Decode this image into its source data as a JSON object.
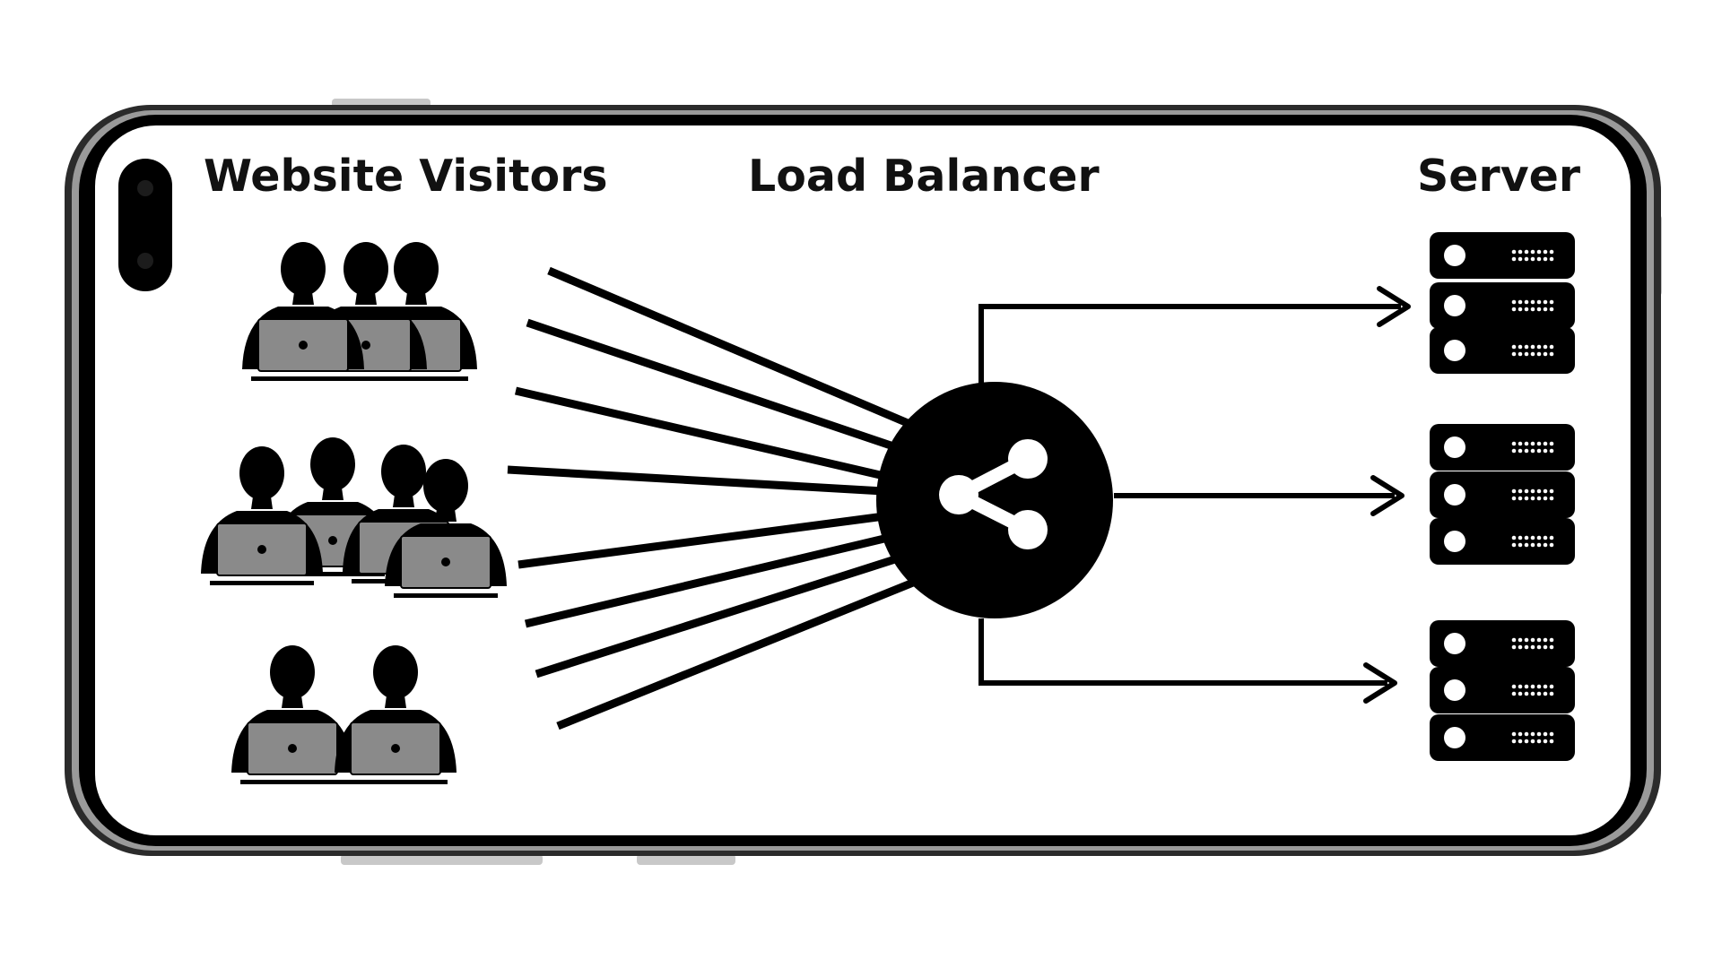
{
  "labels": {
    "visitors": "Website Visitors",
    "balancer": "Load Balancer",
    "server": "Server"
  },
  "visitor_groups": [
    {
      "name": "visitor-group-1",
      "people": 3
    },
    {
      "name": "visitor-group-2",
      "people": 4
    },
    {
      "name": "visitor-group-3",
      "people": 2
    }
  ],
  "server_groups": [
    {
      "name": "server-stack-1",
      "units": 3
    },
    {
      "name": "server-stack-2",
      "units": 3
    },
    {
      "name": "server-stack-3",
      "units": 3
    }
  ],
  "icons": {
    "device": "smartphone-landscape-frame",
    "camera": "front-camera-icon",
    "balancer": "share-icon",
    "visitor": "person-with-laptop-icon",
    "server": "server-rack-icon"
  },
  "colors": {
    "ink": "#000000",
    "laptop": "#8a8a8a",
    "screen": "#ffffff",
    "frame": "#2b2b2b"
  }
}
